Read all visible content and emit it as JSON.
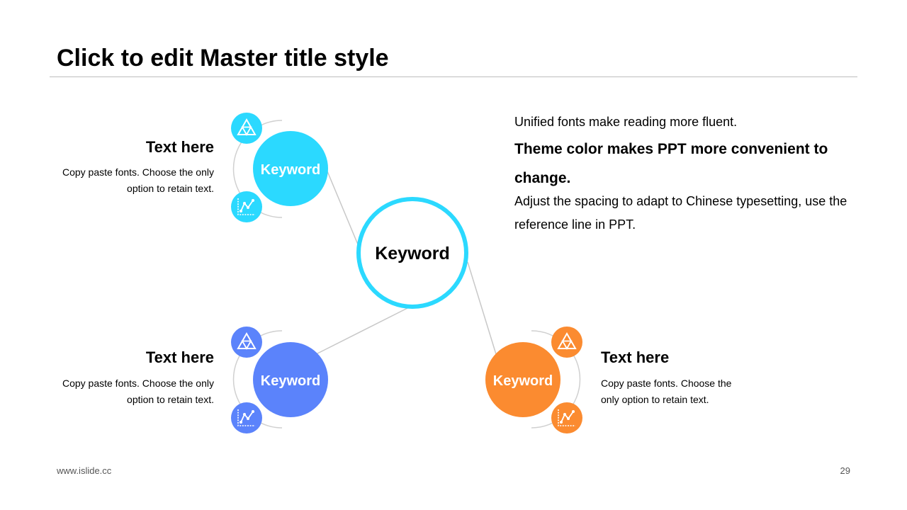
{
  "title": "Click to edit Master title style",
  "colors": {
    "cyan": "#2bd9ff",
    "blue": "#5b83fb",
    "orange": "#fb8b30",
    "connector": "#c8c8c8",
    "arc": "#d0d0d0"
  },
  "center": {
    "label": "Keyword"
  },
  "nodes": [
    {
      "label": "Keyword",
      "color": "#2bd9ff",
      "heading": "Text here",
      "desc": "Copy paste fonts. Choose the only option to retain text.",
      "icons": [
        "triangle-icon",
        "line-chart-icon"
      ]
    },
    {
      "label": "Keyword",
      "color": "#5b83fb",
      "heading": "Text here",
      "desc": "Copy paste fonts. Choose the only option to retain text.",
      "icons": [
        "triangle-icon",
        "line-chart-icon"
      ]
    },
    {
      "label": "Keyword",
      "color": "#fb8b30",
      "heading": "Text here",
      "desc": "Copy paste fonts. Choose the only option to retain text.",
      "icons": [
        "triangle-icon",
        "line-chart-icon"
      ]
    }
  ],
  "body": {
    "line1": "Unified fonts make reading more fluent.",
    "line2": "Theme color makes PPT more convenient to change.",
    "line3": "Adjust the spacing to adapt to Chinese typesetting, use the reference line in PPT."
  },
  "footer": {
    "url": "www.islide.cc",
    "page": "29"
  }
}
